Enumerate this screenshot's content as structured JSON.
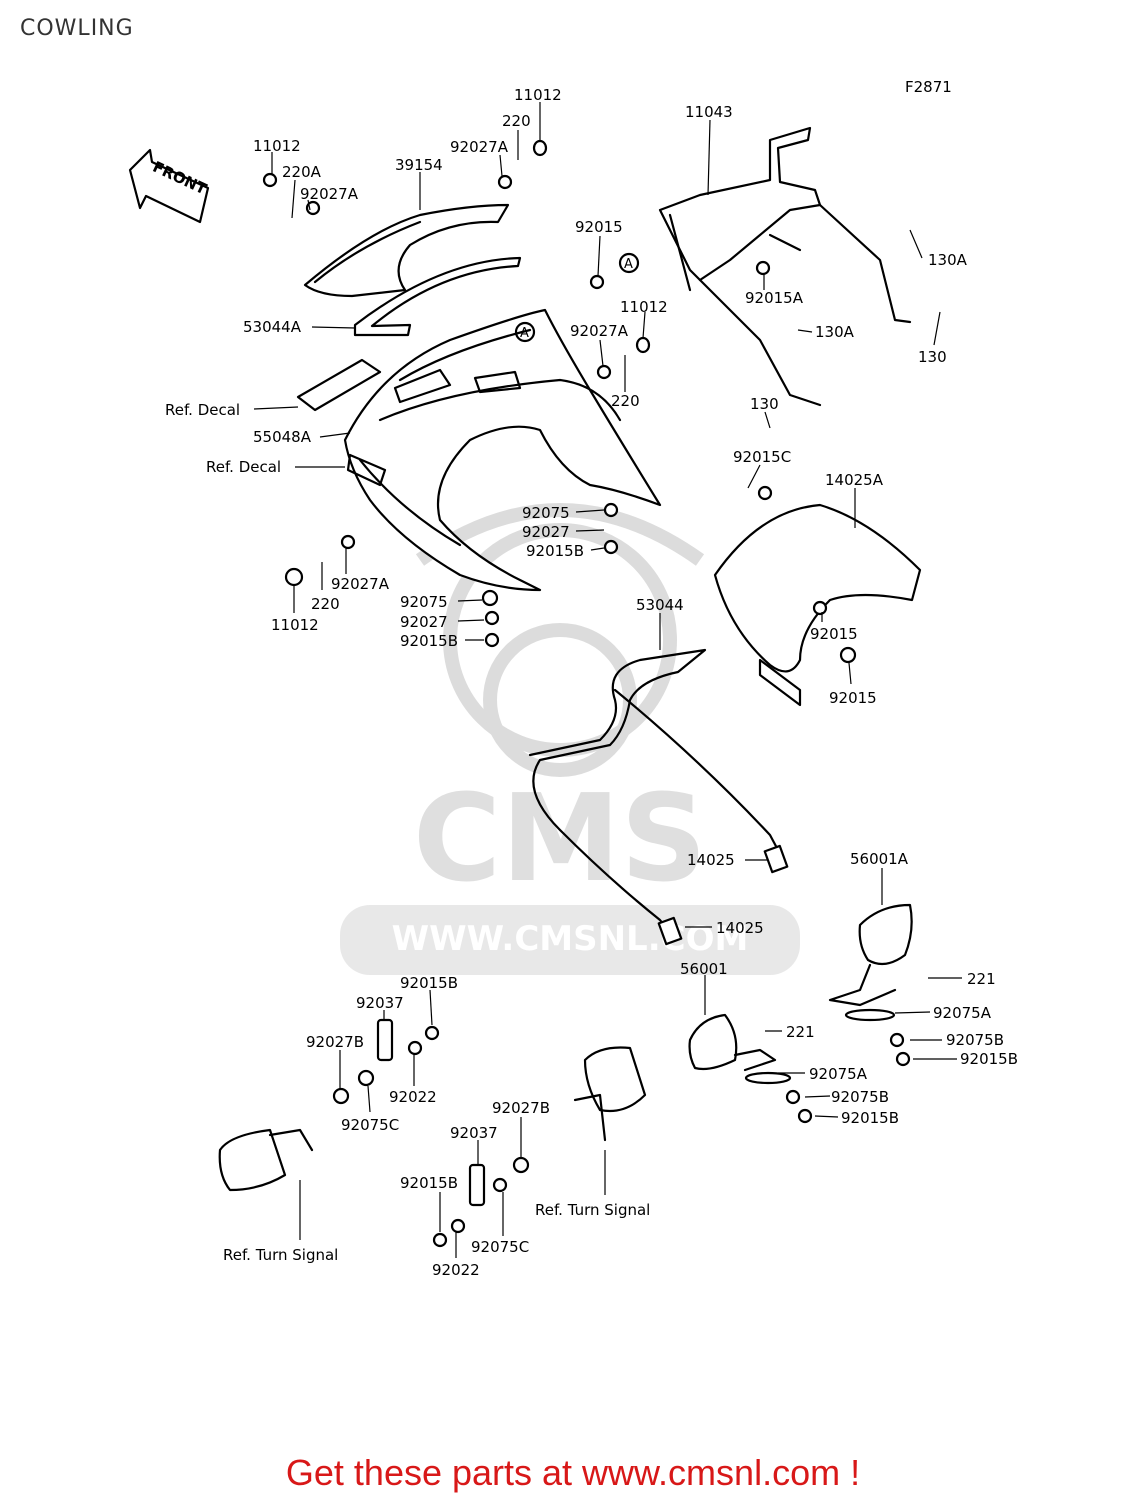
{
  "page": {
    "title": "COWLING",
    "figure_code": "F2871"
  },
  "footer": {
    "text": "Get these parts at www.cmsnl.com !"
  },
  "front_arrow": {
    "label": "FRONT"
  },
  "watermark": {
    "brand": "CMS",
    "url": "WWW.CMSNL.COM"
  },
  "callouts": {
    "c1": "11012",
    "c2": "220",
    "c3": "92027A",
    "c4": "11012",
    "c5": "220A",
    "c6": "92027A",
    "c7": "39154",
    "c8": "11043",
    "c9": "92015",
    "c10": "A",
    "c11": "130A",
    "c12": "92015A",
    "c13": "11012",
    "c14": "92027A",
    "c15": "130A",
    "c16": "130",
    "c17": "53044A",
    "c18": "A",
    "c19": "220",
    "c20": "Ref. Decal",
    "c21": "55048A",
    "c22": "Ref. Decal",
    "c23": "130",
    "c24": "92015C",
    "c25": "14025A",
    "c26": "92075",
    "c27": "92027",
    "c28": "92015B",
    "c29": "92027A",
    "c30": "220",
    "c31": "11012",
    "c32": "92075",
    "c33": "92027",
    "c34": "92015B",
    "c35": "53044",
    "c36": "92015",
    "c37": "92015",
    "c38": "14025",
    "c39": "56001A",
    "c40": "14025",
    "c41": "56001",
    "c42": "221",
    "c43": "92075A",
    "c44": "221",
    "c45": "92075B",
    "c46": "92015B",
    "c47": "92075A",
    "c48": "92075B",
    "c49": "92015B",
    "c50": "92015B",
    "c51": "92037",
    "c52": "92027B",
    "c53": "92022",
    "c54": "92075C",
    "c55": "92027B",
    "c56": "92037",
    "c57": "Ref. Turn Signal",
    "c58": "92015B",
    "c59": "92075C",
    "c60": "92022",
    "c61": "Ref. Turn Signal"
  }
}
